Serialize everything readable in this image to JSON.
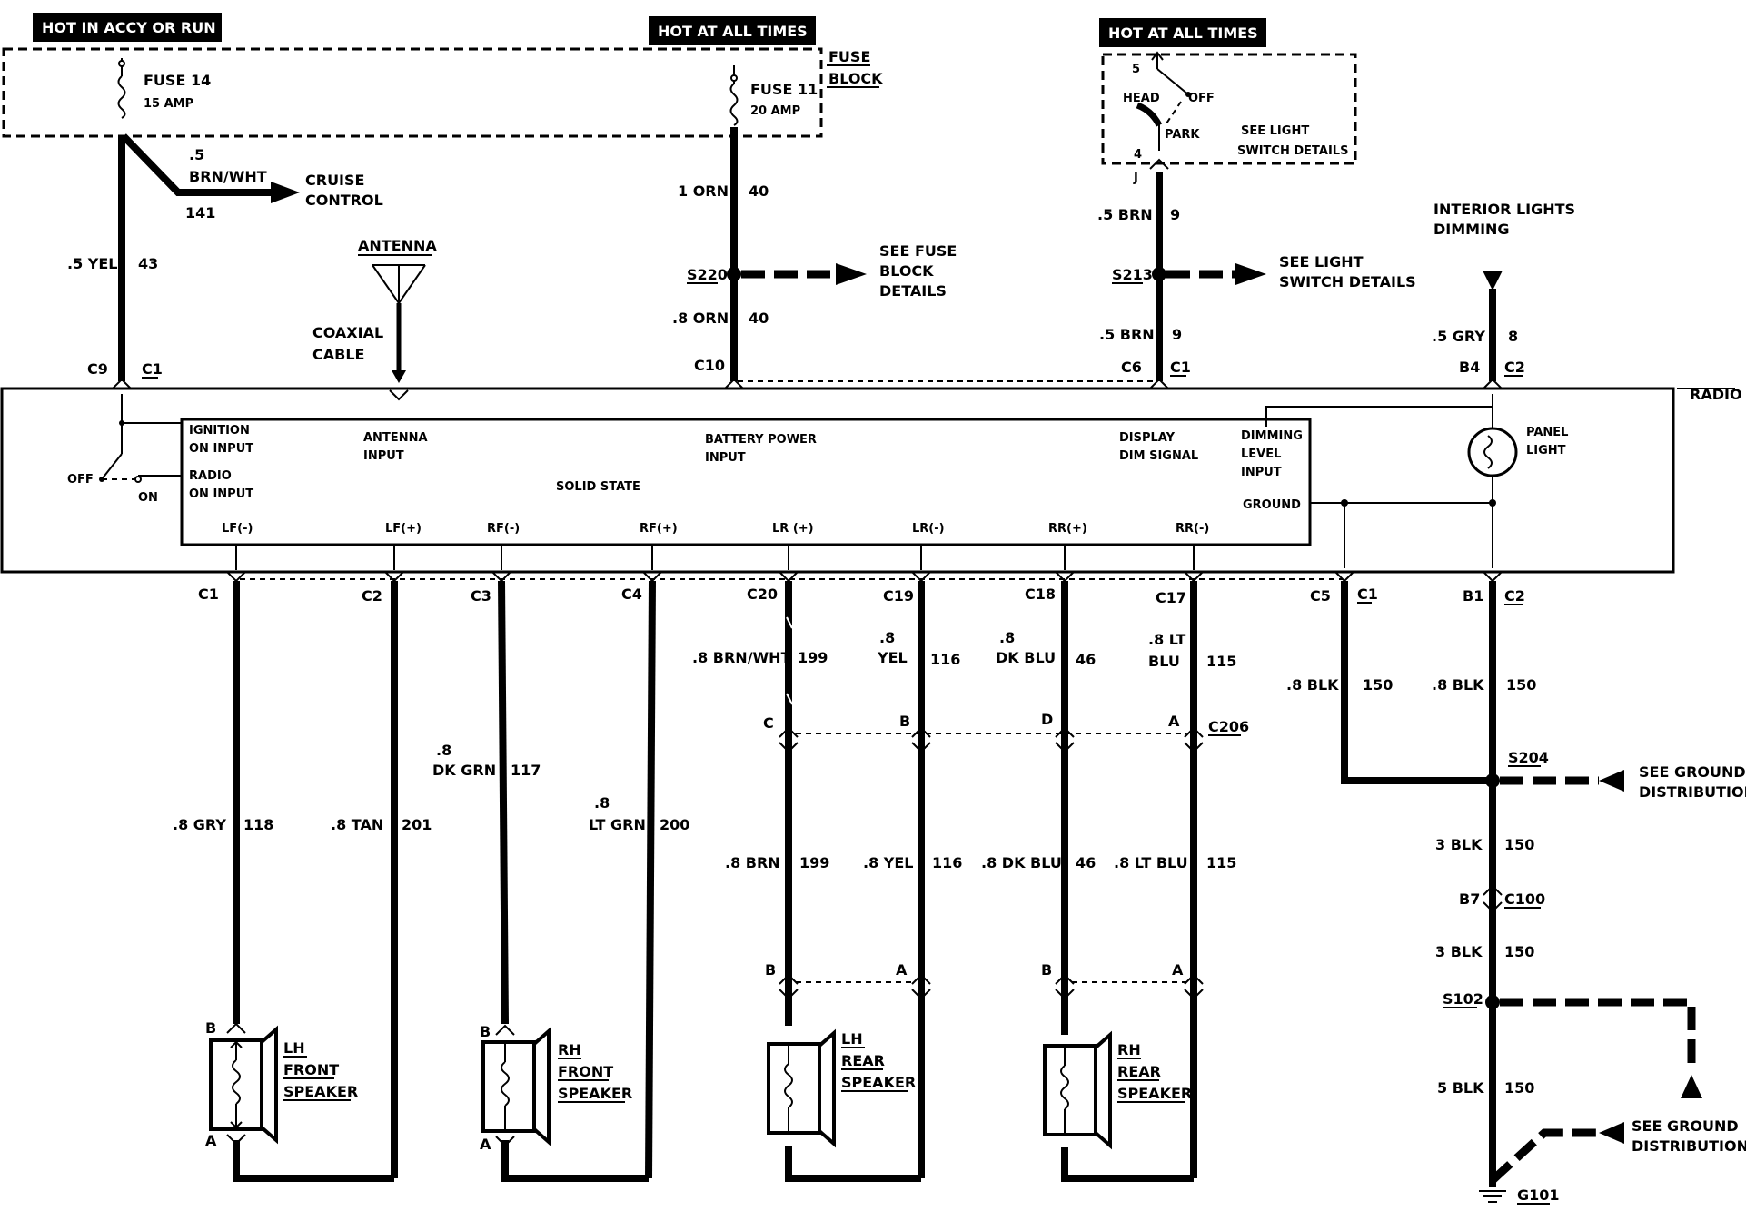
{
  "header": {
    "hot_accy": "HOT IN ACCY OR RUN",
    "hot_always_1": "HOT AT ALL TIMES",
    "hot_always_2": "HOT AT ALL TIMES"
  },
  "fuse_block": {
    "label_1": "FUSE",
    "label_2": "BLOCK",
    "fuse14": "FUSE 14",
    "fuse14_amp": "15 AMP",
    "fuse11": "FUSE 11",
    "fuse11_amp": "20 AMP"
  },
  "light_switch": {
    "pin5": "5",
    "pin4": "4",
    "head": "HEAD",
    "off": "OFF",
    "park": "PARK",
    "see_1": "SEE LIGHT",
    "see_2": "SWITCH DETAILS",
    "j": "J"
  },
  "upper_wires": {
    "yel_color": ".5 YEL",
    "yel_circuit": "43",
    "cruise_size": ".5",
    "cruise_color": "BRN/WHT",
    "cruise_circuit": "141",
    "cruise_1": "CRUISE",
    "cruise_2": "CONTROL",
    "orn1_color": "1 ORN",
    "orn1_circuit": "40",
    "s220": "S220",
    "see_fuse_1": "SEE FUSE",
    "see_fuse_2": "BLOCK",
    "see_fuse_3": "DETAILS",
    "orn2_color": ".8 ORN",
    "orn2_circuit": "40",
    "brn1_color": ".5 BRN",
    "brn1_circuit": "9",
    "s213": "S213",
    "see_ls_1": "SEE LIGHT",
    "see_ls_2": "SWITCH DETAILS",
    "brn2_color": ".5 BRN",
    "brn2_circuit": "9",
    "interior_1": "INTERIOR LIGHTS",
    "interior_2": "DIMMING",
    "gry_color": ".5 GRY",
    "gry_circuit": "8",
    "antenna": "ANTENNA",
    "coax_1": "COAXIAL",
    "coax_2": "CABLE"
  },
  "connectors_top": {
    "c9": "C9",
    "c9_c": "C1",
    "c10": "C10",
    "c6": "C6",
    "c6_c": "C1",
    "b4": "B4",
    "b4_c": "C2"
  },
  "radio": {
    "title": "RADIO",
    "off": "OFF",
    "on": "ON",
    "ign_1": "IGNITION",
    "ign_2": "ON INPUT",
    "radio_1": "RADIO",
    "radio_2": "ON INPUT",
    "ant_1": "ANTENNA",
    "ant_2": "INPUT",
    "bat_1": "BATTERY POWER",
    "bat_2": "INPUT",
    "solid": "SOLID STATE",
    "disp_1": "DISPLAY",
    "disp_2": "DIM SIGNAL",
    "dim_1": "DIMMING",
    "dim_2": "LEVEL",
    "dim_3": "INPUT",
    "ground": "GROUND",
    "panel_1": "PANEL",
    "panel_2": "LIGHT",
    "lf_minus": "LF(-)",
    "lf_plus": "LF(+)",
    "rf_minus": "RF(-)",
    "rf_plus": "RF(+)",
    "lr_plus": "LR (+)",
    "lr_minus": "LR(-)",
    "rr_plus": "RR(+)",
    "rr_minus": "RR(-)"
  },
  "connectors_bottom": {
    "c1": "C1",
    "c2": "C2",
    "c3": "C3",
    "c4": "C4",
    "c20": "C20",
    "c19": "C19",
    "c18": "C18",
    "c17": "C17",
    "c5": "C5",
    "c5_c": "C1",
    "b1": "B1",
    "b1_c": "C2"
  },
  "lower_wires": {
    "lf_m_color": ".8 GRY",
    "lf_m_circuit": "118",
    "lf_p_color": ".8 TAN",
    "lf_p_circuit": "201",
    "rf_m_size": ".8",
    "rf_m_color": "DK GRN",
    "rf_m_circuit": "117",
    "rf_p_size": ".8",
    "rf_p_color": "LT GRN",
    "rf_p_circuit": "200",
    "lr_p_upper": ".8 BRN/WHT",
    "lr_p_upper_circuit": "199",
    "lr_m_upper_size": ".8",
    "lr_m_upper_color": "YEL",
    "lr_m_upper_circuit": "116",
    "rr_p_upper_size": ".8",
    "rr_p_upper_color": "DK BLU",
    "rr_p_upper_circuit": "46",
    "rr_m_upper_size": ".8 LT",
    "rr_m_upper_color": "BLU",
    "rr_m_upper_circuit": "115",
    "c206_c": "C",
    "c206_b": "B",
    "c206_d": "D",
    "c206_a": "A",
    "c206": "C206",
    "lr_p_lower": ".8 BRN",
    "lr_p_lower_circuit": "199",
    "lr_m_lower": ".8 YEL",
    "lr_m_lower_circuit": "116",
    "rr_p_lower": ".8 DK BLU",
    "rr_p_lower_circuit": "46",
    "rr_m_lower": ".8 LT BLU",
    "rr_m_lower_circuit": "115",
    "gnd1_color": ".8 BLK",
    "gnd1_circuit": "150",
    "gnd2_color": ".8 BLK",
    "gnd2_circuit": "150",
    "s204": "S204",
    "see_gnd1_1": "SEE GROUND",
    "see_gnd1_2": "DISTRIBUTION",
    "gnd3_color": "3 BLK",
    "gnd3_circuit": "150",
    "b7": "B7",
    "c100": "C100",
    "gnd4_color": "3 BLK",
    "gnd4_circuit": "150",
    "s102": "S102",
    "gnd5_color": "5 BLK",
    "gnd5_circuit": "150",
    "see_gnd2_1": "SEE GROUND",
    "see_gnd2_2": "DISTRIBUTION",
    "g101": "G101"
  },
  "speakers": {
    "lf_1": "LH",
    "lf_2": "FRONT",
    "lf_3": "SPEAKER",
    "rf_1": "RH",
    "rf_2": "FRONT",
    "rf_3": "SPEAKER",
    "lr_1": "LH",
    "lr_2": "REAR",
    "lr_3": "SPEAKER",
    "rr_1": "RH",
    "rr_2": "REAR",
    "rr_3": "SPEAKER",
    "pin_b": "B",
    "pin_a": "A"
  }
}
